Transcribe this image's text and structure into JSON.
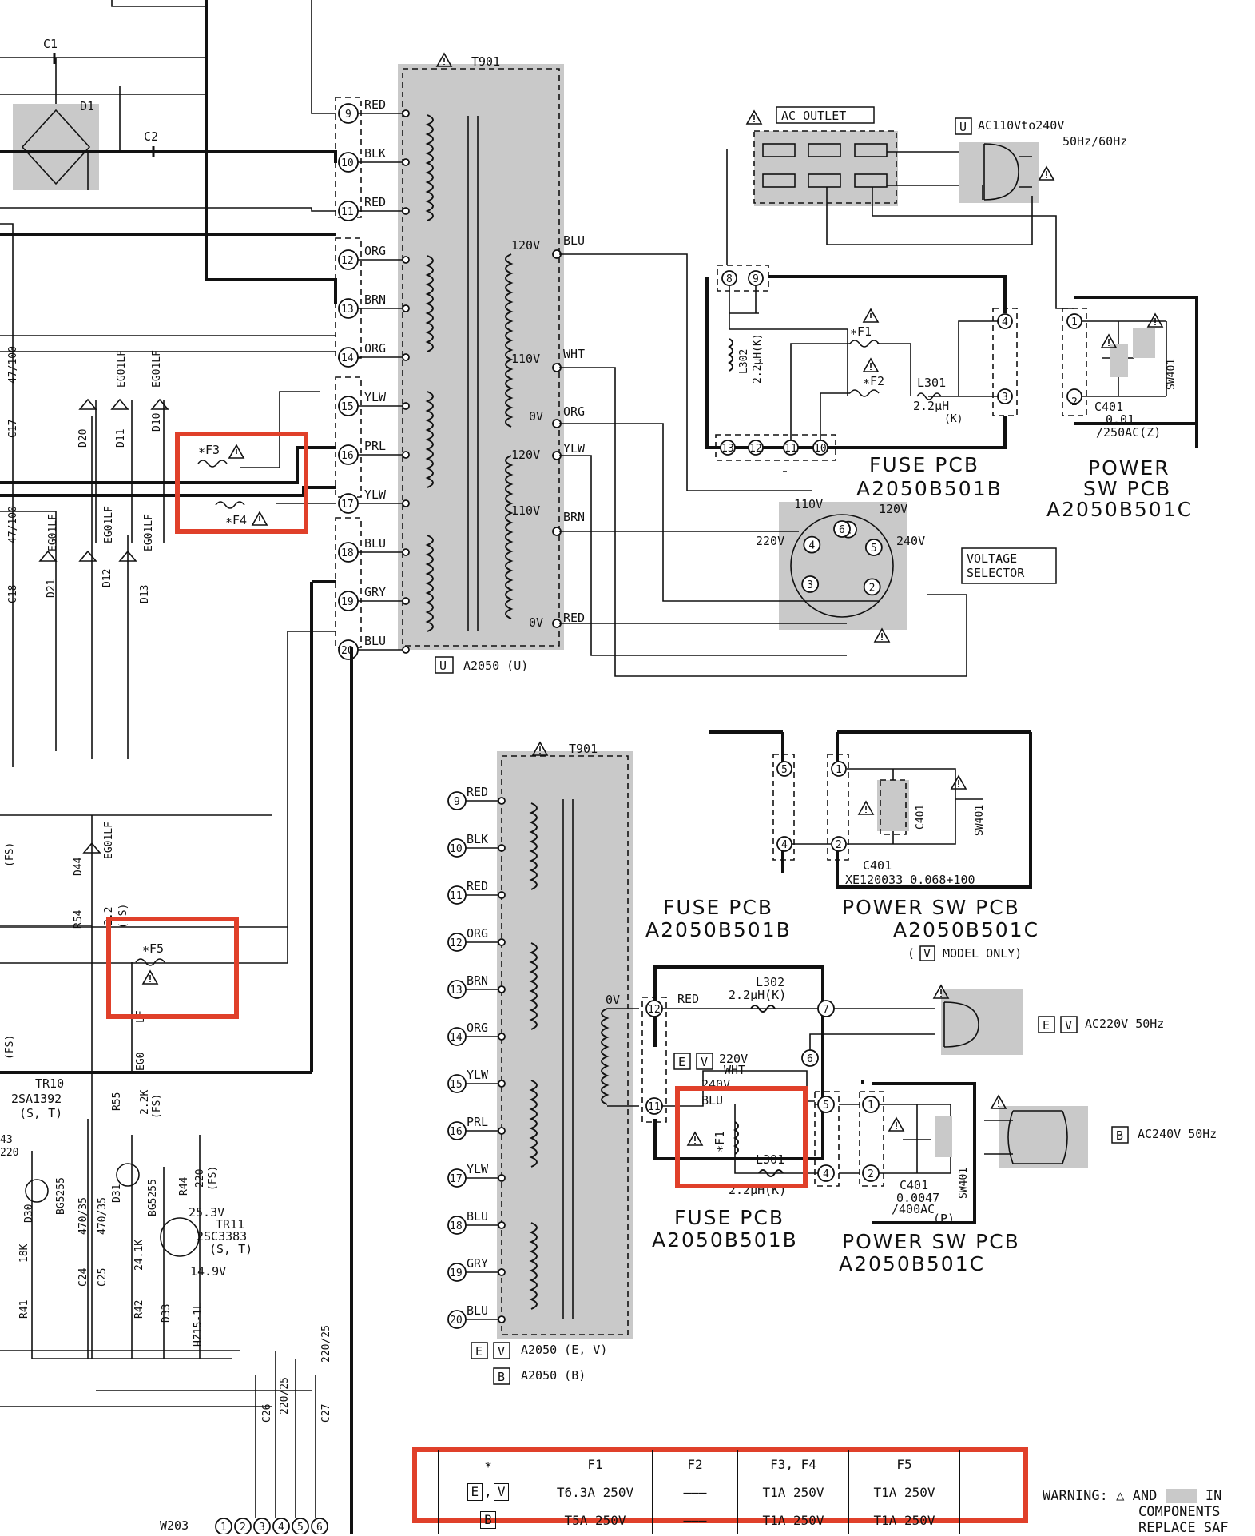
{
  "colors": {
    "highlight": "#e0402a",
    "shade": "#c9c9c9",
    "ink": "#111111"
  },
  "top_section": {
    "transformer_ref": "T901",
    "transformer_model": "A2050 (U)",
    "region_box": "U",
    "primary_pins": [
      {
        "num": "9",
        "color": "RED"
      },
      {
        "num": "10",
        "color": "BLK"
      },
      {
        "num": "11",
        "color": "RED"
      },
      {
        "num": "12",
        "color": "ORG"
      },
      {
        "num": "13",
        "color": "BRN"
      },
      {
        "num": "14",
        "color": "ORG"
      },
      {
        "num": "15",
        "color": "YLW"
      },
      {
        "num": "16",
        "color": "PRL"
      },
      {
        "num": "17",
        "color": "YLW"
      },
      {
        "num": "18",
        "color": "BLU"
      },
      {
        "num": "19",
        "color": "GRY"
      },
      {
        "num": "20",
        "color": "BLU"
      }
    ],
    "tap_labels": [
      "120V",
      "110V",
      "0V",
      "120V",
      "110V",
      "0V"
    ],
    "tap_colors": [
      "BLU",
      "WHT",
      "ORG",
      "YLW",
      "BRN",
      "RED"
    ],
    "ac_outlet": "AC OUTLET",
    "ac_spec_line1": "AC110Vto240V",
    "ac_spec_line2": "50Hz/60Hz",
    "fuse_pcb_title": "FUSE PCB",
    "fuse_pcb_part": "A2050B501B",
    "power_sw_title": "POWER",
    "power_sw_title2": "SW PCB",
    "power_sw_part": "A2050B501C",
    "l302": "L302",
    "l302_val": "2.2μH(K)",
    "l301": "L301",
    "l301_val": "2.2μH",
    "l301_tol": "(K)",
    "f1": "∗F1",
    "f2": "∗F2",
    "c401": "C401",
    "c401_v1": "0.01",
    "c401_v2": "/250AC(Z)",
    "sw401": "SW401",
    "fuse_pins": [
      "8",
      "9",
      "4",
      "3",
      "13",
      "12",
      "11",
      "10"
    ],
    "sw_pins": [
      "1",
      "2"
    ],
    "voltage_selector": "VOLTAGE",
    "voltage_selector2": "SELECTOR",
    "vs_labels": [
      "110V",
      "120V",
      "220V",
      "240V"
    ],
    "vs_pins": [
      "1",
      "2",
      "3",
      "4",
      "5",
      "6"
    ]
  },
  "left_section": {
    "c1": "C1",
    "d1": "D1",
    "c2": "C2",
    "c17": "C17",
    "c17_val": "47/100",
    "c18": "C18",
    "c18_val": "47/100",
    "diodes_top": [
      "D20",
      "D11",
      "D10"
    ],
    "diodes_top_type": "EG01LF",
    "diodes_bot": [
      "D21",
      "D12",
      "D13"
    ],
    "diodes_bot_type": "EG01LF",
    "f3": "∗F3",
    "f4": "∗F4",
    "f5": "∗F5",
    "d44": "D44",
    "d44_type": "EG01LF",
    "r54": "R54",
    "r54_val": "2.2",
    "r54_fs": "(FS)",
    "fs": "(FS)",
    "tr10": "TR10",
    "tr10_type": "2SA1392",
    "tr10_grade": "(S, T)",
    "r55": "R55",
    "r55_val": "2.2K",
    "r55_fs": "(FS)",
    "d30": "D30",
    "d31": "D31",
    "led": "BG5255",
    "r44": "R44",
    "r44_val": "220",
    "r44_fs": "(FS)",
    "v253": "25.3V",
    "tr11": "TR11",
    "tr11_type": "2SC3383",
    "tr11_grade": "(S, T)",
    "v149": "14.9V",
    "d33": "D33",
    "d33_type": "HZ15-1L",
    "r41": "R41",
    "r41_val": "18K",
    "r42": "R42",
    "r42_val": "24.1K",
    "c24": "C24",
    "c24_val": "470/35",
    "c25": "C25",
    "c25_val": "470/35",
    "c26": "C26",
    "c26_val": "220/25",
    "c27": "C27",
    "c27_val": "220/25",
    "w203": "W203",
    "w203_pins": [
      "1",
      "2",
      "3",
      "4",
      "5",
      "6"
    ],
    "r43": "43",
    "r43_val": "220",
    "lf": "LF",
    "eg": "EG0"
  },
  "bottom_section": {
    "transformer_ref": "T901",
    "primary_pins": [
      {
        "num": "9",
        "color": "RED"
      },
      {
        "num": "10",
        "color": "BLK"
      },
      {
        "num": "11",
        "color": "RED"
      },
      {
        "num": "12",
        "color": "ORG"
      },
      {
        "num": "13",
        "color": "BRN"
      },
      {
        "num": "14",
        "color": "ORG"
      },
      {
        "num": "15",
        "color": "YLW"
      },
      {
        "num": "16",
        "color": "PRL"
      },
      {
        "num": "17",
        "color": "YLW"
      },
      {
        "num": "18",
        "color": "BLU"
      },
      {
        "num": "19",
        "color": "GRY"
      },
      {
        "num": "20",
        "color": "BLU"
      }
    ],
    "model_ev": "A2050 (E, V)",
    "model_b": "A2050 (B)",
    "box_e": "E",
    "box_v": "V",
    "box_b": "B",
    "fuse_pcb_title": "FUSE PCB",
    "fuse_pcb_part": "A2050B501B",
    "power_sw_title": "POWER SW PCB",
    "power_sw_part": "A2050B501C",
    "model_only": "MODEL ONLY)",
    "model_only_open": "(",
    "c401_top": "C401",
    "c401_top_val": "XE120033 0.068+100",
    "sw401": "SW401",
    "l302": "L302",
    "l302_val": "2.2μH(K)",
    "red": "RED",
    "wht": "WHT",
    "blu": "BLU",
    "v220": "220V",
    "v240": "240V",
    "zero_v": "0V",
    "f1": "∗F1",
    "l301": "L301",
    "l301_val": "2.2μH(K)",
    "ac220": "AC220V 50Hz",
    "ac240": "AC240V 50Hz",
    "c401_b": "C401",
    "c401_b_v1": "0.0047",
    "c401_b_v2": "/400AC",
    "c401_b_v3": "(P)",
    "pins_top": [
      "5",
      "1",
      "4",
      "2"
    ],
    "pins_mid": [
      "12",
      "7",
      "6",
      "11",
      "5",
      "1",
      "4",
      "2"
    ]
  },
  "fuse_table": {
    "header": [
      "∗",
      "F1",
      "F2",
      "F3, F4",
      "F5"
    ],
    "rows": [
      {
        "model_boxes": [
          "E",
          "V"
        ],
        "sep": ",",
        "f1": "T6.3A 250V",
        "f2": "———",
        "f34": "T1A 250V",
        "f5": "T1A 250V"
      },
      {
        "model_boxes": [
          "B"
        ],
        "sep": "",
        "f1": "T5A 250V",
        "f2": "———",
        "f34": "T1A 250V",
        "f5": "T1A 250V"
      }
    ]
  },
  "warning": {
    "prefix": "WARNING:",
    "and": "AND",
    "line2": "COMPONENTS",
    "line3": "REPLACE SAF",
    "tail": "IN"
  }
}
